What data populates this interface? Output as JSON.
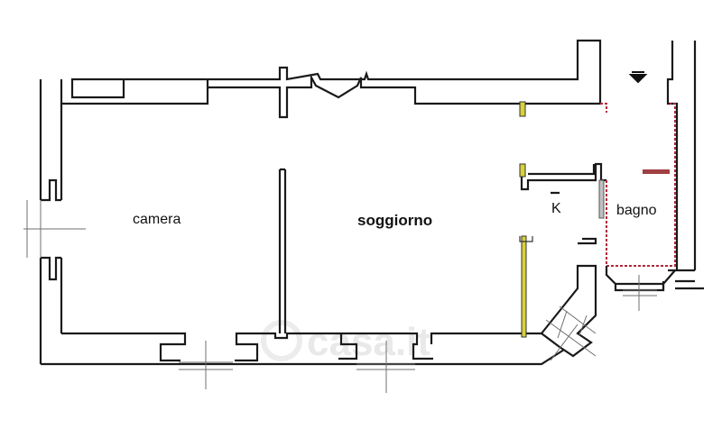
{
  "rooms": {
    "camera": "camera",
    "soggiorno": "soggiorno",
    "kitchen": "K",
    "bagno": "bagno"
  },
  "watermark": "casa.it",
  "colors": {
    "wall": "#1a1a1a",
    "bathroom_outline": "#b0283a",
    "yellow_element": "#d8d23a",
    "red_accent": "#a04040"
  },
  "icons": {
    "entrance": "down-arrow-icon"
  }
}
